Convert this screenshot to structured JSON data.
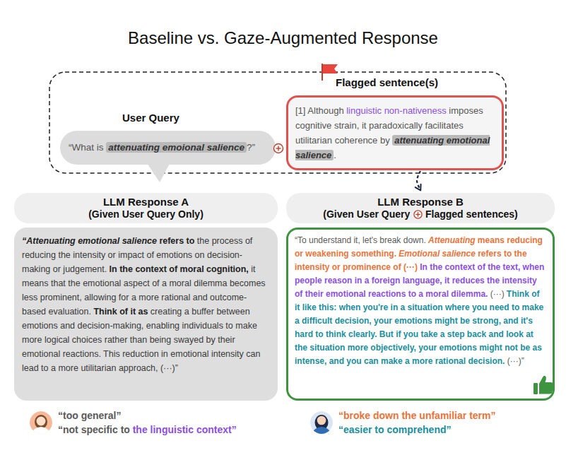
{
  "diagram": {
    "title": "Baseline vs. Gaze-Augmented Response",
    "nodes": [
      {
        "text": [
          "User Query",
          "“What is",
          "attenuating emoional salience",
          "?”"
        ]
      },
      {
        "text": [
          "Flagged sentence(s)",
          "[1] Although",
          "linguistic non-nativeness",
          "imposes cognitive strain, it paradoxically facilitates utilitarian coherence by",
          "attenuating emotional salience",
          "."
        ]
      },
      {
        "text": [
          "LLM Response A",
          "(Given User Query Only)"
        ]
      },
      {
        "text": [
          "“Attenuating emotional salience",
          "refers to",
          "the process of reducing the intensity or impact of emotions on decision-making or judgement.",
          "In the context of moral cognition,",
          "it means that the emotional aspect of a moral dilemma becomes less prominent, allowing for a more rational and outcome-based evaluation.",
          "Think of it as",
          "creating a buffer between emotions and decision-making, enabling individuals to make more logical choices rather than being swayed by their emotional reactions. This reduction in emotional intensity can lead to a more utilitarian approach, (···)”"
        ]
      },
      {
        "text": [
          "LLM Response B",
          "(Given User Query",
          "Flagged sentences)"
        ]
      },
      {
        "text": [
          "“To understand it, let's break down.",
          "Attenuating",
          "means reducing or weakening something.",
          "Emotional salience",
          "refers to the intensity or prominence of (···)",
          "In the context of the text, when people reason in a foreign language, it reduces the intensity of their emotional reactions to a moral dilemma.",
          "(···)",
          "Think of it like this: when you're in a situation where you need to make a difficult decision, your emotions might be strong, and it's hard to think clearly. But if you take a step back and look at the situation more objectively, your emotions might not be as intense, and you can make a more rational decision.",
          "(···)”"
        ]
      }
    ],
    "edges": [
      {
        "from": 1,
        "to": 4,
        "arrow": "to"
      }
    ],
    "labels": [
      "“too general”",
      "“not specific to",
      "the linguistic context”",
      "“broke down the unfamiliar term”",
      "“easier to comprehend”"
    ]
  }
}
